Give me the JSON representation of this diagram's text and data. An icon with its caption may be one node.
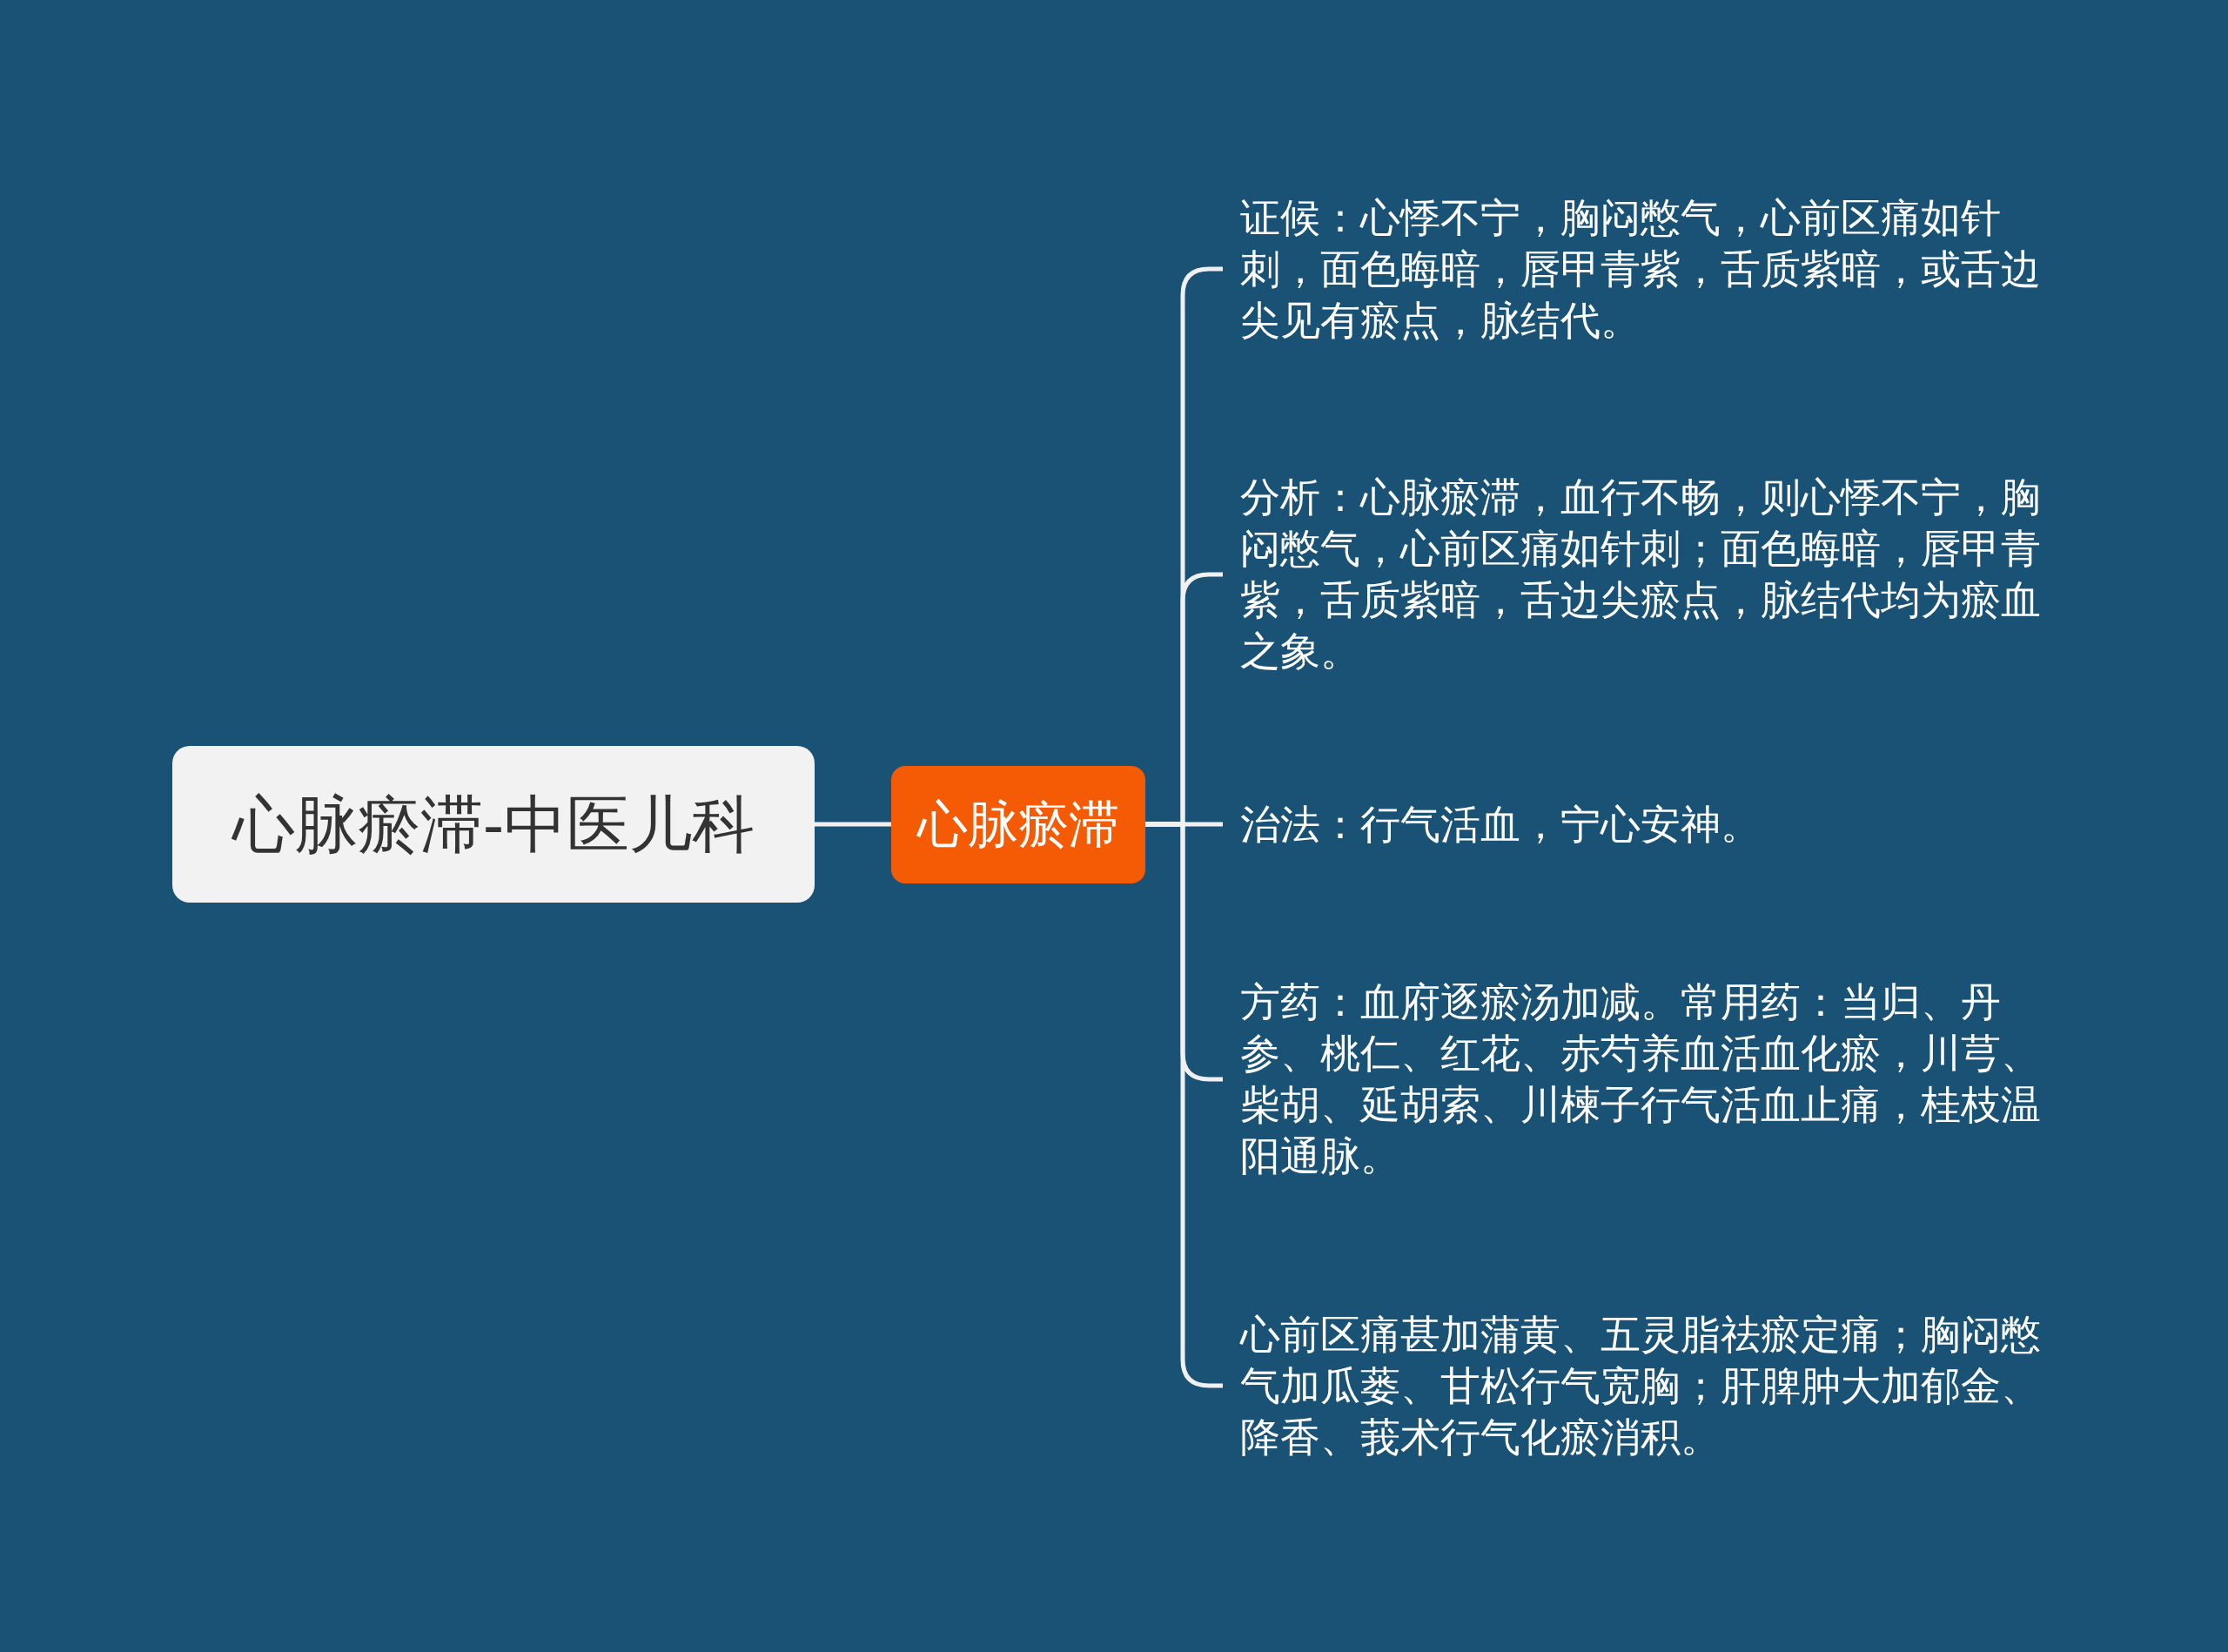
{
  "diagram": {
    "nodes": [
      {
        "text": [
          "心脉瘀滞-中医儿科"
        ]
      },
      {
        "text": [
          "心脉瘀滞"
        ]
      },
      {
        "text": [
          "证候：心悸不宁，胸闷憋气，心前区痛如针刺，面色晦暗，唇甲青紫，舌质紫暗，或舌边尖见有瘀点，脉结代。"
        ]
      },
      {
        "text": [
          "分析：心脉瘀滞，血行不畅，则心悸不宁，胸闷憋气，心前区痛如针刺；面色晦暗，唇甲青紫，舌质紫暗，舌边尖瘀点，脉结代均为瘀血之象。"
        ]
      },
      {
        "text": [
          "治法：行气活血，宁心安神。"
        ]
      },
      {
        "text": [
          "方药：血府逐瘀汤加减。常用药：当归、丹参、桃仁、红花、赤芍养血活血化瘀，川芎、柴胡、延胡索、川楝子行气活血止痛，桂枝温阳通脉。"
        ]
      },
      {
        "text": [
          "心前区痛甚加蒲黄、五灵脂祛瘀定痛；胸闷憋气加瓜蒌、甘松行气宽胸；肝脾肿大加郁金、降香、莪术行气化瘀消积。"
        ]
      }
    ],
    "edges": [
      {
        "from": 0,
        "to": 1,
        "arrow": "none"
      },
      {
        "from": 1,
        "to": 2,
        "arrow": "none"
      },
      {
        "from": 1,
        "to": 3,
        "arrow": "none"
      },
      {
        "from": 1,
        "to": 4,
        "arrow": "none"
      },
      {
        "from": 1,
        "to": 5,
        "arrow": "none"
      },
      {
        "from": 1,
        "to": 6,
        "arrow": "none"
      }
    ]
  }
}
